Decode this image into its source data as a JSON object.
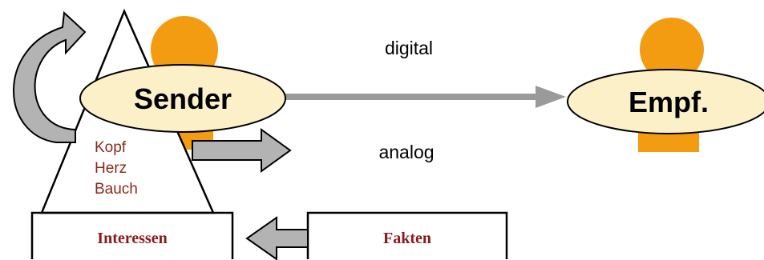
{
  "sender": {
    "label": "Sender"
  },
  "receiver": {
    "label": "Empf."
  },
  "channels": {
    "digital": "digital",
    "analog": "analog"
  },
  "inner_levels": [
    "Kopf",
    "Herz",
    "Bauch"
  ],
  "boxes": {
    "interests": "Interessen",
    "facts": "Fakten"
  },
  "colors": {
    "person": "#f39c12",
    "ellipse_fill": "#fbf0c8",
    "arrow_fill": "#b3b3b3",
    "level_text": "#8b2a1a",
    "box_text": "#8b1a1a"
  }
}
